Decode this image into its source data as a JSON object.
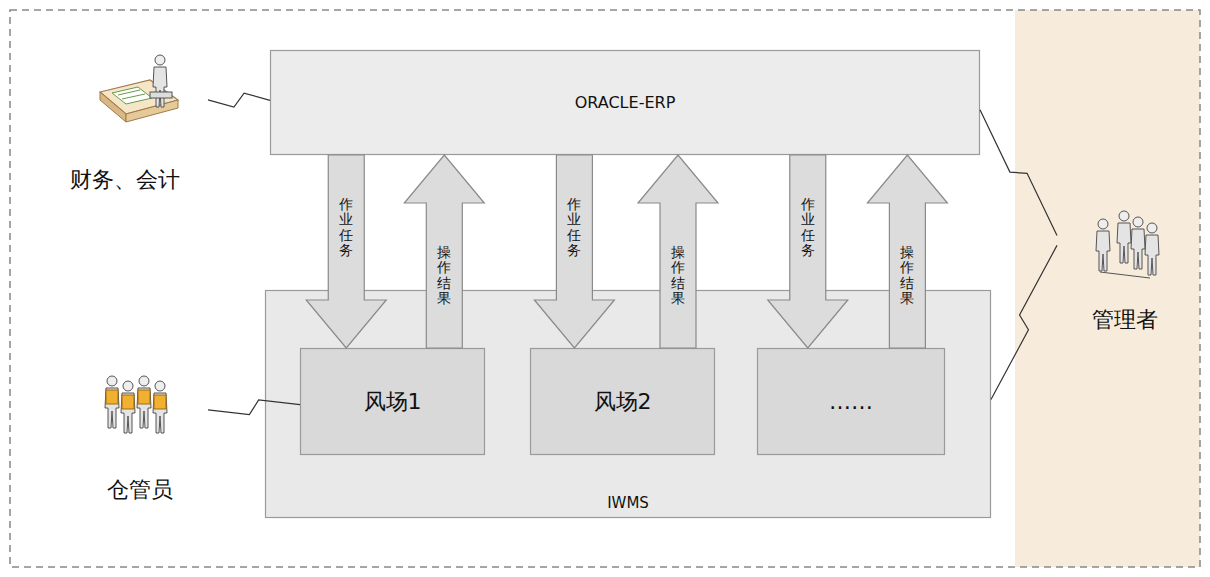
{
  "diagram": {
    "nodes": [
      {
        "text": [
          "ORACLE-ERP"
        ]
      },
      {
        "text": [
          "财务、会计"
        ]
      },
      {
        "text": [
          "IWMS"
        ]
      },
      {
        "text": [
          "风场1"
        ],
        "in": 2
      },
      {
        "text": [
          "风场2"
        ],
        "in": 2
      },
      {
        "text": [
          "……"
        ],
        "in": 2
      },
      {
        "text": [
          "仓管员"
        ]
      },
      {
        "text": [
          "管理者"
        ]
      }
    ],
    "edges": [
      {
        "from": 1,
        "to": 0,
        "arrow": "none"
      },
      {
        "from": 0,
        "to": 3,
        "label": "作业任务",
        "arrow": "to"
      },
      {
        "from": 3,
        "to": 0,
        "label": "操作结果",
        "arrow": "to"
      },
      {
        "from": 0,
        "to": 4,
        "label": "作业任务",
        "arrow": "to"
      },
      {
        "from": 4,
        "to": 0,
        "label": "操作结果",
        "arrow": "to"
      },
      {
        "from": 0,
        "to": 5,
        "label": "作业任务",
        "arrow": "to"
      },
      {
        "from": 5,
        "to": 0,
        "label": "操作结果",
        "arrow": "to"
      },
      {
        "from": 6,
        "to": 3,
        "arrow": "none"
      },
      {
        "from": 0,
        "to": 7,
        "arrow": "none"
      },
      {
        "from": 2,
        "to": 7,
        "arrow": "none"
      }
    ]
  }
}
